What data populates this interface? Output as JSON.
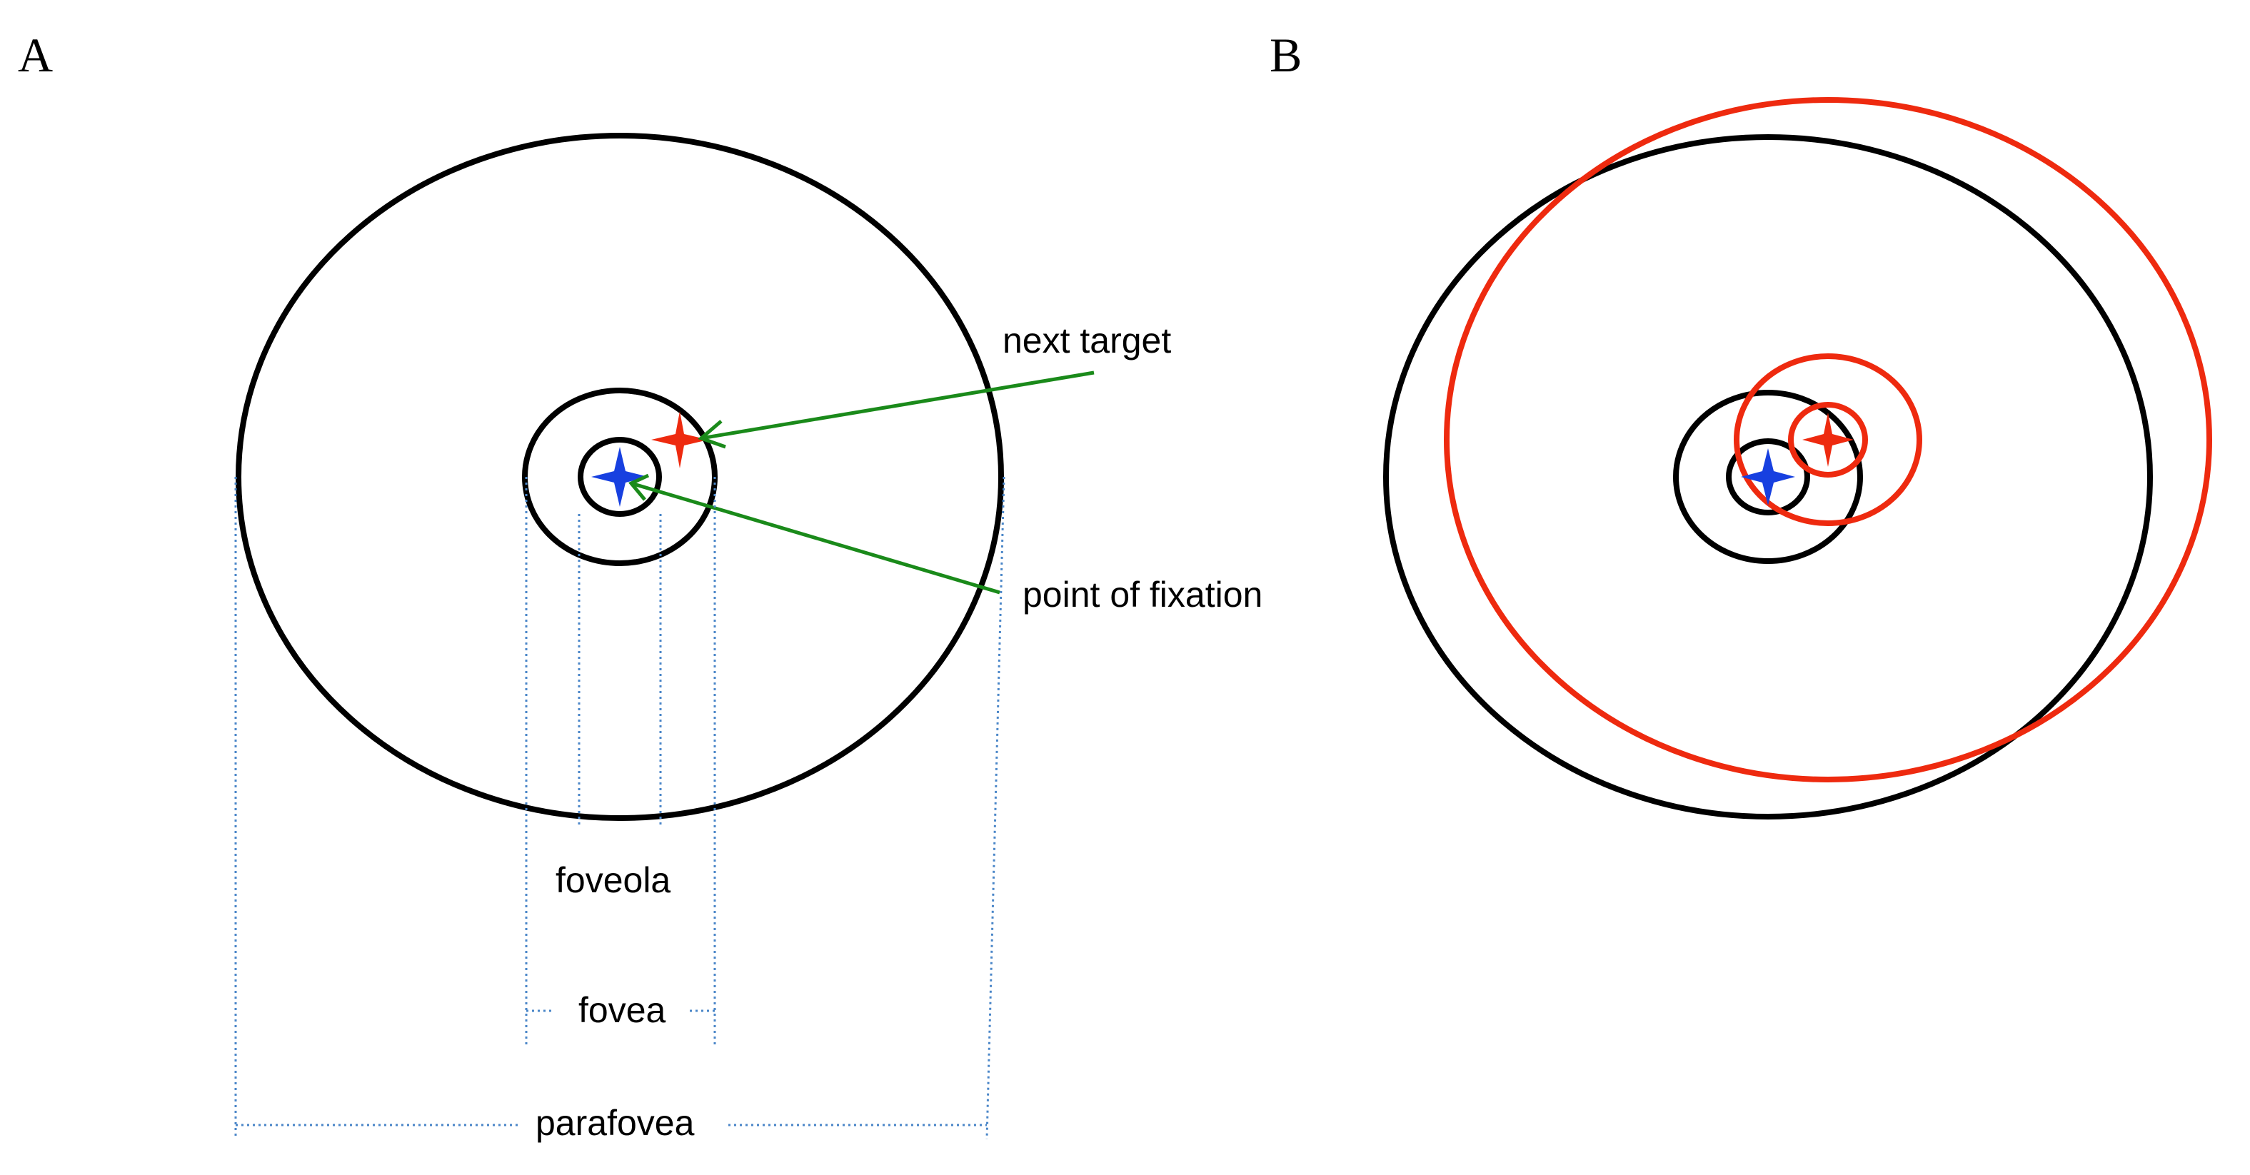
{
  "panels": [
    {
      "id": "A",
      "letter": "A"
    },
    {
      "id": "B",
      "letter": "B"
    }
  ],
  "labels": {
    "next_target": "next target",
    "point_of_fixation": "point of fixation",
    "foveola": "foveola",
    "fovea": "fovea",
    "parafovea": "parafovea"
  },
  "colors": {
    "ring": "#000000",
    "shifted_ring": "#ee2a0f",
    "fixation_star": "#1740e0",
    "target_star": "#ee2a0f",
    "pointer": "#1a8a1a",
    "guide": "#4a86c8"
  },
  "icons": {
    "fixation": "four-point-star-icon",
    "target": "four-point-star-icon"
  }
}
